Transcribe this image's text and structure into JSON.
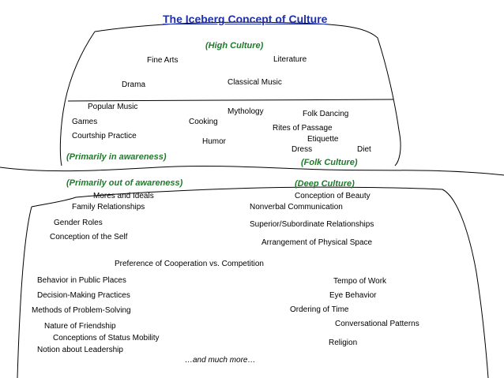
{
  "title": "The Iceberg Concept of Culture",
  "colors": {
    "title": "#1f2fa8",
    "section": "#1f7a2a",
    "text": "#000000",
    "line": "#000000"
  },
  "sections": {
    "high": "(High Culture)",
    "aware": "(Primarily in awareness)",
    "folk": "(Folk Culture)",
    "unaware": "(Primarily out of awareness)",
    "deep": "(Deep Culture)"
  },
  "high_culture": {
    "fine_arts": "Fine Arts",
    "literature": "Literature",
    "drama": "Drama",
    "classical_music": "Classical Music"
  },
  "folk_culture": {
    "popular_music": "Popular Music",
    "mythology": "Mythology",
    "folk_dancing": "Folk Dancing",
    "games": "Games",
    "cooking": "Cooking",
    "rites_of_passage": "Rites of Passage",
    "courtship_practice": "Courtship Practice",
    "etiquette": "Etiquette",
    "humor": "Humor",
    "dress": "Dress",
    "diet": "Diet"
  },
  "deep_culture": {
    "mores_and_ideals": "Mores and Ideals",
    "conception_of_beauty": "Conception of Beauty",
    "family_relationships": "Family Relationships",
    "nonverbal_communication": "Nonverbal Communication",
    "gender_roles": "Gender Roles",
    "superior_subordinate": "Superior/Subordinate Relationships",
    "conception_of_self": "Conception of the Self",
    "physical_space": "Arrangement of Physical Space",
    "cooperation_competition": "Preference of Cooperation vs. Competition",
    "public_places": "Behavior in Public Places",
    "tempo_of_work": "Tempo of Work",
    "decision_making": "Decision-Making Practices",
    "eye_behavior": "Eye Behavior",
    "problem_solving": "Methods of Problem-Solving",
    "ordering_of_time": "Ordering of Time",
    "friendship": "Nature of Friendship",
    "conversational_patterns": "Conversational Patterns",
    "status_mobility": "Conceptions of Status Mobility",
    "religion": "Religion",
    "leadership": "Notion about Leadership"
  },
  "footer": "…and much more…"
}
